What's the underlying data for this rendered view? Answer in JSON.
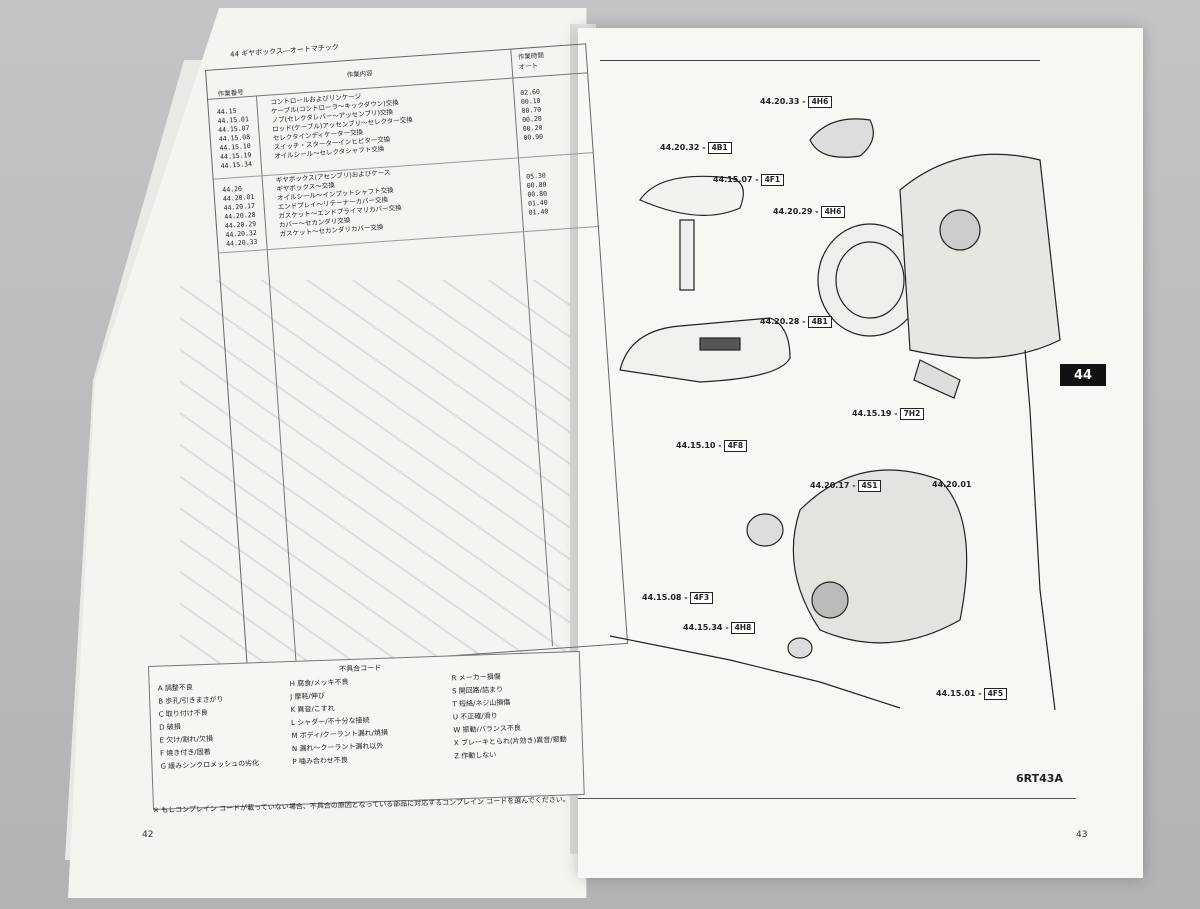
{
  "page_left": {
    "section_header": "44 ギヤボックス―オートマチック",
    "table_headers": {
      "op_number": "作業番号",
      "description": "作業内容",
      "time_label": "作業時間",
      "time_sub": "オート"
    },
    "ops_group1": [
      "44.15",
      "44.15.01",
      "44.15.07",
      "44.15.08",
      "44.15.10",
      "44.15.19",
      "44.15.34"
    ],
    "desc_group1": [
      "コントロールおよびリンケージ",
      "ケーブル(コントローラ〜キックダウン)交換",
      "ノブ(セレクタレバー〜アッセンブリ)交換",
      "ロッド(ケーブル)アッセンブリ〜セレクター交換",
      "セレクタインディケーター交換",
      "スイッチ・スターターインヒビター交換",
      "オイルシール〜セレクタシャフト交換"
    ],
    "time_group1": [
      "02.60",
      "00.10",
      "00.70",
      "00.20",
      "00.20",
      "00.90"
    ],
    "ops_group2": [
      "44.20",
      "44.20.01",
      "44.20.17",
      "44.20.28",
      "44.20.29",
      "44.20.32",
      "44.20.33"
    ],
    "desc_group2": [
      "ギヤボックス(アセンブリ)およびケース",
      "ギヤボックス〜交換",
      "オイルシール〜インプットシャフト交換",
      "エンドプレイ〜リテーナーカバー交換",
      "ガスケット〜エンドプライマリカバー交換",
      "カバー〜セカンダリ交換",
      "ガスケット〜セカンダリカバー交換"
    ],
    "time_group2": [
      "05.30",
      "00.80",
      "00.80",
      "01.40",
      "01.40"
    ],
    "legend_title": "不具合コード",
    "legend_col1": [
      "A 調整不良",
      "B 歩孔/引きまさがり",
      "C 取り付け不良",
      "D 破損",
      "E 欠け/割れ/欠損",
      "F 焼き付き/固着",
      "G 緩みシンクロメッシュの劣化"
    ],
    "legend_col2": [
      "H 腐食/メッキ不良",
      "J 摩耗/伸び",
      "K 異音/こすれ",
      "L シャダー/不十分な接続",
      "M ボディ/クーラント漏れ/焼損",
      "N 漏れ〜クーラント漏れ以外",
      "P 噛み合わせ不良"
    ],
    "legend_col3": [
      "R メーカー損傷",
      "S 開回路/詰まり",
      "T 短絡/ネジ山損傷",
      "U 不正確/滑り",
      "W 振動/バランス不良",
      "X ブレーキとられ(片効き)異音/振動",
      "Z 作動しない"
    ],
    "footnote": "※ もしコンプレイン コードが載っていない場合、不具合の原因となっている部品に対応するコンプレイン コードを選んでください。",
    "page_number": "42"
  },
  "page_right": {
    "tab_label": "44",
    "figure_ref": "6RT43A",
    "page_number": "43",
    "callouts": [
      {
        "part": "44.20.33 -",
        "code": "4H6"
      },
      {
        "part": "44.20.32 -",
        "code": "4B1"
      },
      {
        "part": "44.15.07 -",
        "code": "4F1"
      },
      {
        "part": "44.20.29 -",
        "code": "4H6"
      },
      {
        "part": "44.20.28 -",
        "code": "4B1"
      },
      {
        "part": "44.15.19 -",
        "code": "7H2"
      },
      {
        "part": "44.15.10 -",
        "code": "4F8"
      },
      {
        "part": "44.20.17 -",
        "code": "4S1"
      },
      {
        "part": "44.20.01",
        "code": ""
      },
      {
        "part": "44.15.08 -",
        "code": "4F3"
      },
      {
        "part": "44.15.34 -",
        "code": "4H8"
      },
      {
        "part": "44.15.01 -",
        "code": "4F5"
      }
    ]
  }
}
